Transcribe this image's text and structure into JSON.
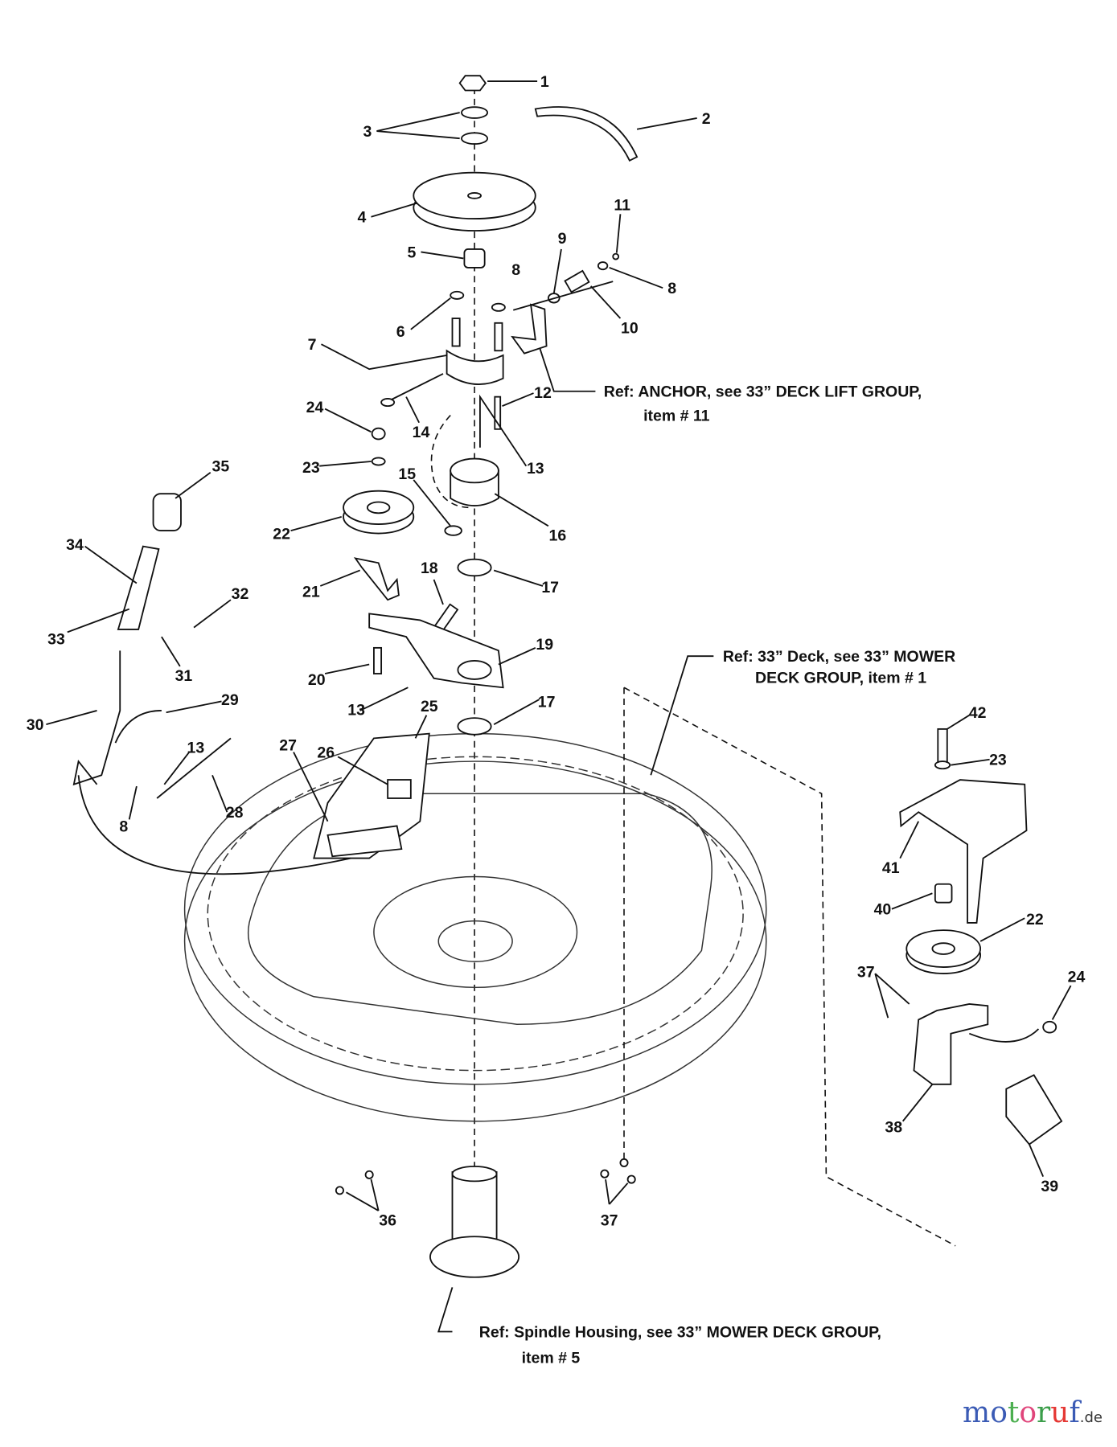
{
  "diagram": {
    "callouts": [
      "1",
      "2",
      "3",
      "4",
      "5",
      "6",
      "7",
      "8",
      "8",
      "9",
      "10",
      "11",
      "12",
      "13",
      "14",
      "15",
      "16",
      "17",
      "17",
      "18",
      "19",
      "20",
      "21",
      "22",
      "23",
      "24",
      "25",
      "26",
      "27",
      "28",
      "29",
      "30",
      "31",
      "32",
      "33",
      "34",
      "35",
      "36",
      "37",
      "37",
      "38",
      "39",
      "40",
      "41",
      "42",
      "23",
      "22",
      "24",
      "13",
      "13",
      "8"
    ],
    "refs": {
      "anchor_line1": "Ref: ANCHOR, see 33” DECK LIFT GROUP,",
      "anchor_line2": "item # 11",
      "deck_line1": "Ref: 33” Deck, see 33” MOWER",
      "deck_line2": "DECK GROUP, item # 1",
      "spindle_line1": "Ref: Spindle Housing, see 33” MOWER DECK GROUP,",
      "spindle_line2": "item # 5"
    }
  },
  "watermark": {
    "text": "motoruf",
    "suffix": ".de",
    "colors": [
      "#3b5bb5",
      "#3b5bb5",
      "#4caf50",
      "#e0457b",
      "#3b9e4a",
      "#e53935",
      "#3b5bb5",
      "#f4b400"
    ]
  }
}
